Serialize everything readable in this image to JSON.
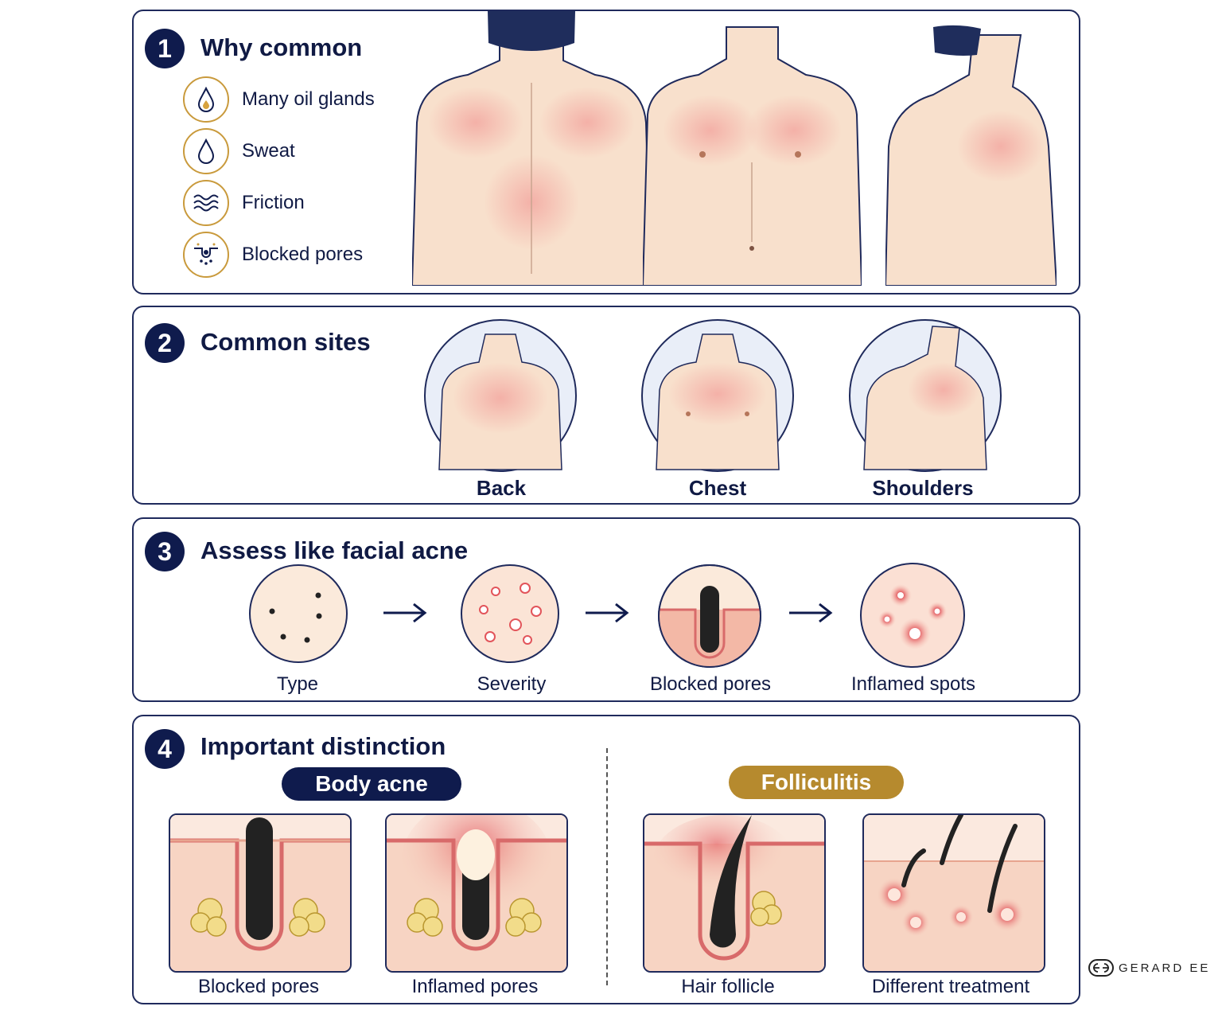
{
  "panels": [
    {
      "number": "1",
      "title": "Why common",
      "reasons": [
        {
          "label": "Many oil glands",
          "icon": "oil-drop-icon"
        },
        {
          "label": "Sweat",
          "icon": "water-drop-icon"
        },
        {
          "label": "Friction",
          "icon": "friction-waves-icon"
        },
        {
          "label": "Blocked pores",
          "icon": "blocked-pore-icon"
        }
      ]
    },
    {
      "number": "2",
      "title": "Common sites",
      "sites": [
        "Back",
        "Chest",
        "Shoulders"
      ]
    },
    {
      "number": "3",
      "title": "Assess like facial acne",
      "steps": [
        "Type",
        "Severity",
        "Blocked pores",
        "Inflamed spots"
      ]
    },
    {
      "number": "4",
      "title": "Important distinction",
      "groups": [
        {
          "label": "Body acne",
          "color": "#0f1b4d",
          "items": [
            "Blocked pores",
            "Inflamed pores"
          ]
        },
        {
          "label": "Folliculitis",
          "color": "#b68a2e",
          "items": [
            "Hair follicle",
            "Different treatment"
          ]
        }
      ]
    }
  ],
  "colors": {
    "navy": "#0f1b4d",
    "gold": "#b68a2e",
    "skin": "#f8e0cc",
    "inflamed": "#e2545a"
  },
  "brand": {
    "name": "GERARD EE",
    "icon": "ge-logo-icon"
  }
}
